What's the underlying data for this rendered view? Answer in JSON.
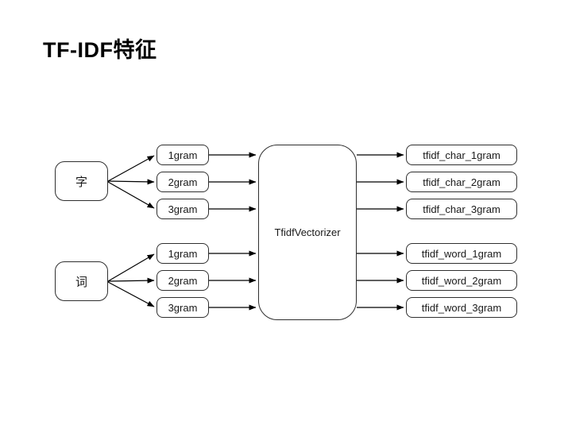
{
  "title": "TF-IDF特征",
  "diagram": {
    "sources": [
      {
        "label": "字"
      },
      {
        "label": "词"
      }
    ],
    "char_ngrams": [
      "1gram",
      "2gram",
      "3gram"
    ],
    "word_ngrams": [
      "1gram",
      "2gram",
      "3gram"
    ],
    "vectorizer_label": "TfidfVectorizer",
    "char_outputs": [
      "tfidf_char_1gram",
      "tfidf_char_2gram",
      "tfidf_char_3gram"
    ],
    "word_outputs": [
      "tfidf_word_1gram",
      "tfidf_word_2gram",
      "tfidf_word_3gram"
    ],
    "colors": {
      "stroke": "#2f2f2f",
      "arrow": "#000000",
      "background": "#ffffff",
      "text": "#1a1a1a"
    }
  }
}
